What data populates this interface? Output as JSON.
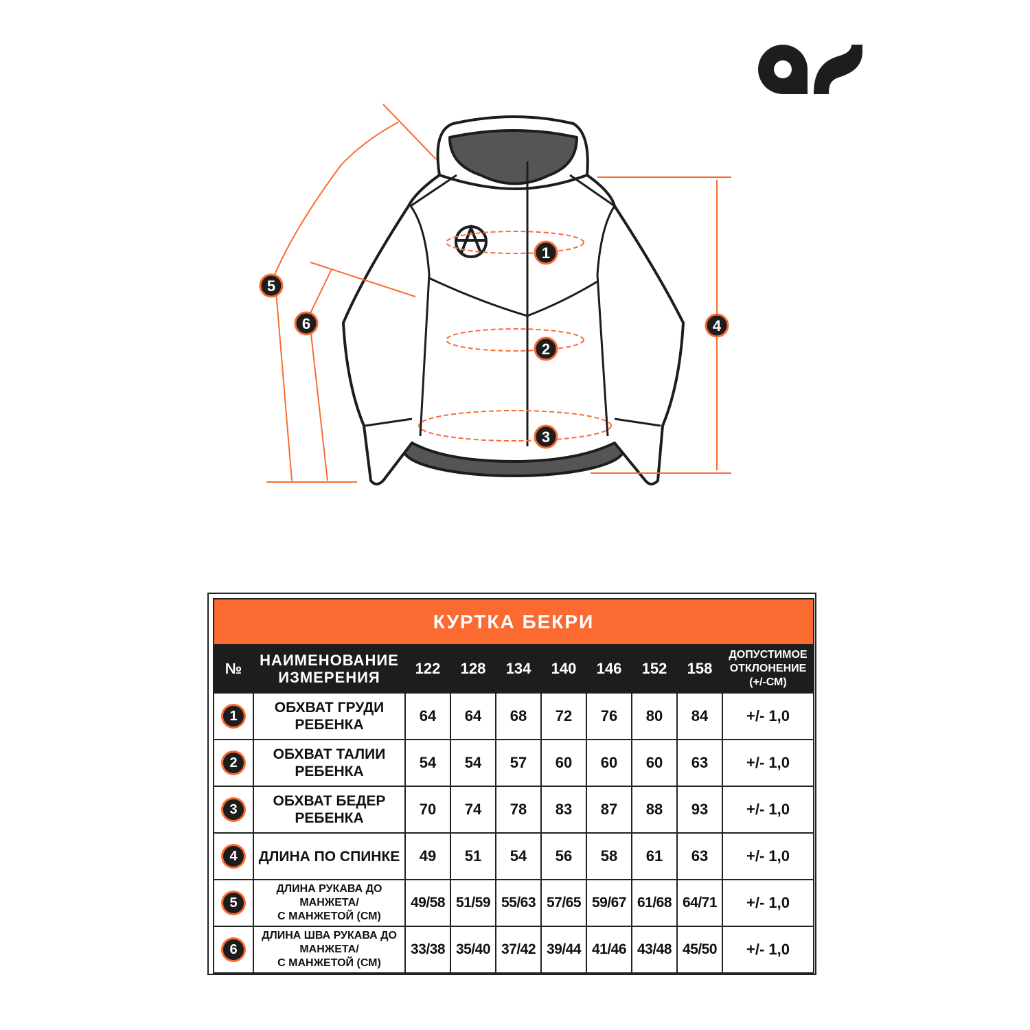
{
  "logo": {
    "text": "as"
  },
  "diagram": {
    "markers": [
      "1",
      "2",
      "3",
      "4",
      "5",
      "6"
    ],
    "colors": {
      "accent": "#fb6a31",
      "line": "#1d1d1d",
      "fill_dark": "#555555"
    }
  },
  "table": {
    "title": "КУРТКА БЕКРИ",
    "headers": {
      "number": "№",
      "name_line1": "НАИМЕНОВАНИЕ",
      "name_line2": "ИЗМЕРЕНИЯ",
      "sizes": [
        "122",
        "128",
        "134",
        "140",
        "146",
        "152",
        "158"
      ],
      "tolerance_line1": "ДОПУСТИМОЕ",
      "tolerance_line2": "ОТКЛОНЕНИЕ",
      "tolerance_line3": "(+/-СМ)"
    },
    "rows": [
      {
        "num": "1",
        "name": [
          "ОБХВАТ ГРУДИ",
          "РЕБЕНКА"
        ],
        "values": [
          "64",
          "64",
          "68",
          "72",
          "76",
          "80",
          "84"
        ],
        "tolerance": "+/- 1,0"
      },
      {
        "num": "2",
        "name": [
          "ОБХВАТ ТАЛИИ",
          "РЕБЕНКА"
        ],
        "values": [
          "54",
          "54",
          "57",
          "60",
          "60",
          "60",
          "63"
        ],
        "tolerance": "+/- 1,0"
      },
      {
        "num": "3",
        "name": [
          "ОБХВАТ БЕДЕР",
          "РЕБЕНКА"
        ],
        "values": [
          "70",
          "74",
          "78",
          "83",
          "87",
          "88",
          "93"
        ],
        "tolerance": "+/- 1,0"
      },
      {
        "num": "4",
        "name": [
          "ДЛИНА ПО СПИНКЕ"
        ],
        "values": [
          "49",
          "51",
          "54",
          "56",
          "58",
          "61",
          "63"
        ],
        "tolerance": "+/- 1,0"
      },
      {
        "num": "5",
        "name": [
          "ДЛИНА РУКАВА ДО",
          "МАНЖЕТА/",
          "С МАНЖЕТОЙ (СМ)"
        ],
        "values": [
          "49/58",
          "51/59",
          "55/63",
          "57/65",
          "59/67",
          "61/68",
          "64/71"
        ],
        "tolerance": "+/- 1,0"
      },
      {
        "num": "6",
        "name": [
          "ДЛИНА ШВА РУКАВА ДО",
          "МАНЖЕТА/",
          "С МАНЖЕТОЙ (СМ)"
        ],
        "values": [
          "33/38",
          "35/40",
          "37/42",
          "39/44",
          "41/46",
          "43/48",
          "45/50"
        ],
        "tolerance": "+/- 1,0"
      }
    ]
  }
}
